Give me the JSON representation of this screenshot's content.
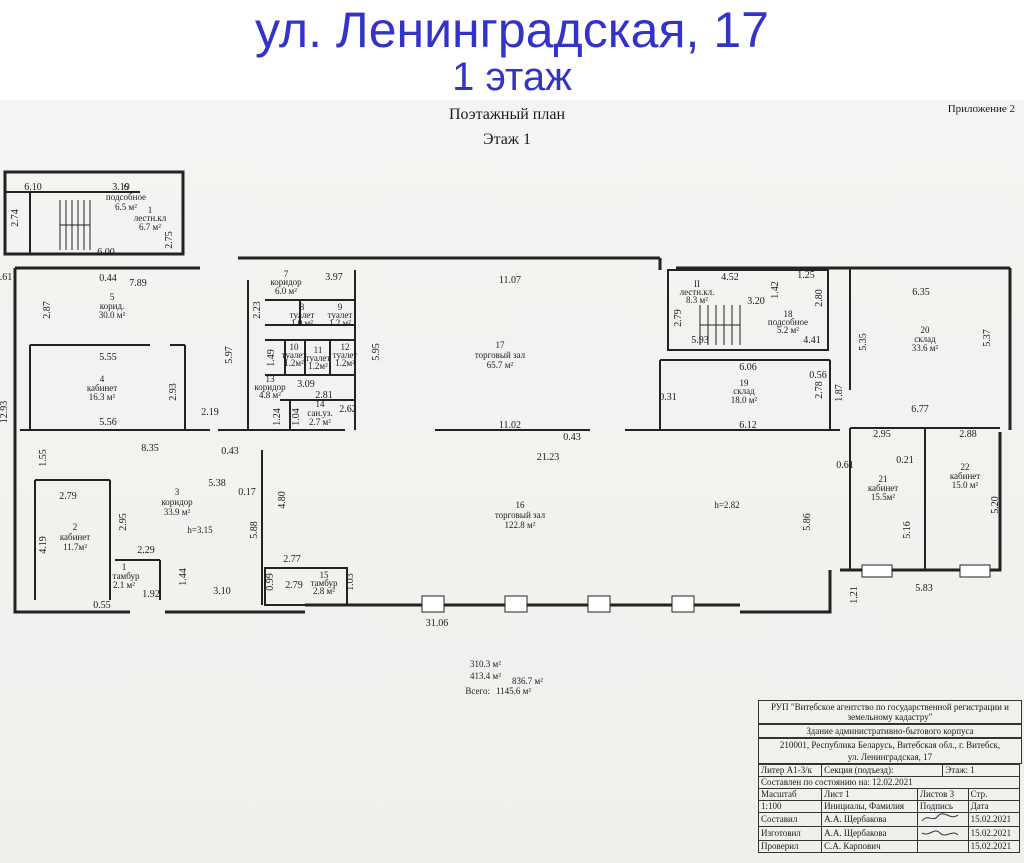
{
  "header": {
    "title": "ул. Ленинградская, 17",
    "subtitle": "1 этаж"
  },
  "plan": {
    "heading": "Поэтажный план",
    "floor": "Этаж 1",
    "appendix": "Приложение 2",
    "rooms": [
      {
        "num": "1",
        "name": "лестн.кл",
        "area": "6.7 м²"
      },
      {
        "num": "2",
        "name": "кабинет",
        "area": "11.7м²"
      },
      {
        "num": "3",
        "name": "коридор",
        "area": "33.9 м²"
      },
      {
        "num": "4",
        "name": "кабинет",
        "area": "16.3 м²"
      },
      {
        "num": "5",
        "name": "корид.",
        "area": "30.0 м²"
      },
      {
        "num": "6",
        "name": "подсобное",
        "area": "6.5 м²"
      },
      {
        "num": "7",
        "name": "коридор",
        "area": "6.0 м²"
      },
      {
        "num": "8",
        "name": "туалет",
        "area": "1.0 м²"
      },
      {
        "num": "9",
        "name": "туалет",
        "area": "1.2 м²"
      },
      {
        "num": "10",
        "name": "туалет",
        "area": "1.2м²"
      },
      {
        "num": "11",
        "name": "туалет",
        "area": "1.2м²"
      },
      {
        "num": "12",
        "name": "туалет",
        "area": "1.2м²"
      },
      {
        "num": "13",
        "name": "коридор",
        "area": "4.8 м²"
      },
      {
        "num": "14",
        "name": "сан.уз.",
        "area": "2.7 м²"
      },
      {
        "num": "15",
        "name": "тамбур",
        "area": "2.8 м²"
      },
      {
        "num": "16",
        "name": "торговый зал",
        "area": "122.8 м²"
      },
      {
        "num": "17",
        "name": "торговый зал",
        "area": "65.7 м²"
      },
      {
        "num": "18",
        "name": "подсобное",
        "area": "5.2 м²"
      },
      {
        "num": "19",
        "name": "склад",
        "area": "18.0 м²"
      },
      {
        "num": "20",
        "name": "склад",
        "area": "33.6 м²"
      },
      {
        "num": "21",
        "name": "кабинет",
        "area": "15.5м²"
      },
      {
        "num": "22",
        "name": "кабинет",
        "area": "15.0 м²"
      },
      {
        "num": "1",
        "name": "тамбур",
        "area": "2.1 м²"
      },
      {
        "num": "II",
        "name": "лестн.кл.",
        "area": "8.3 м²"
      }
    ],
    "heights": [
      "h=3.15",
      "h=2.82"
    ],
    "dimensions": [
      "6.10",
      "3.19",
      "2.74",
      "6.00",
      "2.75",
      ".61",
      "0.44",
      "7.89",
      "2.87",
      "5.55",
      "2.93",
      "12.93",
      "5.56",
      "2.19",
      "8.35",
      "1.55",
      "2.79",
      "4.19",
      "2.95",
      "2.29",
      "0.55",
      "1.92",
      "1.44",
      "3.10",
      "5.38",
      "0.43",
      "0.17",
      "4.80",
      "5.88",
      "0.99",
      "2.77",
      "2.79",
      "1.03",
      "31.06",
      "3.97",
      "2.23",
      "5.97",
      "1.49",
      "3.09",
      "2.81",
      "1.24",
      "1.04",
      "2.62",
      "5.95",
      "11.07",
      "11.02",
      "0.43",
      "21.23",
      "4.52",
      "1.25",
      "1.42",
      "3.20",
      "2.80",
      "2.79",
      "5.93",
      "4.41",
      "6.06",
      "0.31",
      "6.12",
      "6.35",
      "5.35",
      "5.37",
      "0.56",
      "1.87",
      "2.78",
      "6.77",
      "2.95",
      "2.88",
      "0.61",
      "0.21",
      "5.86",
      "5.16",
      "5.20",
      "1.21",
      "5.83"
    ],
    "totals": {
      "a": "310.3 м²",
      "b": "413.4 м²",
      "label": "Всего:",
      "c": "836.7 м²",
      "d": "1145.6 м²"
    }
  },
  "stamp": {
    "org": "РУП \"Витебское агентство по государственной регистрации и земельному кадастру\"",
    "building": "Здание административно-бытового корпуса",
    "address1": "210001, Республика Беларусь, Витебская обл., г. Витебск,",
    "address2": "ул. Ленинградская, 17",
    "liter": "Литер А1-3/к",
    "section": "Секция (подъезд):",
    "floor": "Этаж: 1",
    "state_date": "Составлен по состоянию на: 12.02.2021",
    "col_scale": "Масштаб",
    "col_sheet": "Лист",
    "sheet_no": "1",
    "col_sheets": "Листов 3",
    "col_page": "Стр.",
    "scale": "1:100",
    "col_names": "Инициалы, Фамилия",
    "col_sign": "Подпись",
    "col_date": "Дата",
    "rows": [
      {
        "role": "Составил",
        "name": "А.А. Щербакова",
        "date": "15.02.2021"
      },
      {
        "role": "Изготовил",
        "name": "А.А. Щербакова",
        "date": "15.02.2021"
      },
      {
        "role": "Проверил",
        "name": "С.А. Карпович",
        "date": "15.02.2021"
      }
    ]
  },
  "colors": {
    "title": "#3333cc",
    "ink": "#1a1a1a",
    "paper": "#f2f2ef"
  }
}
